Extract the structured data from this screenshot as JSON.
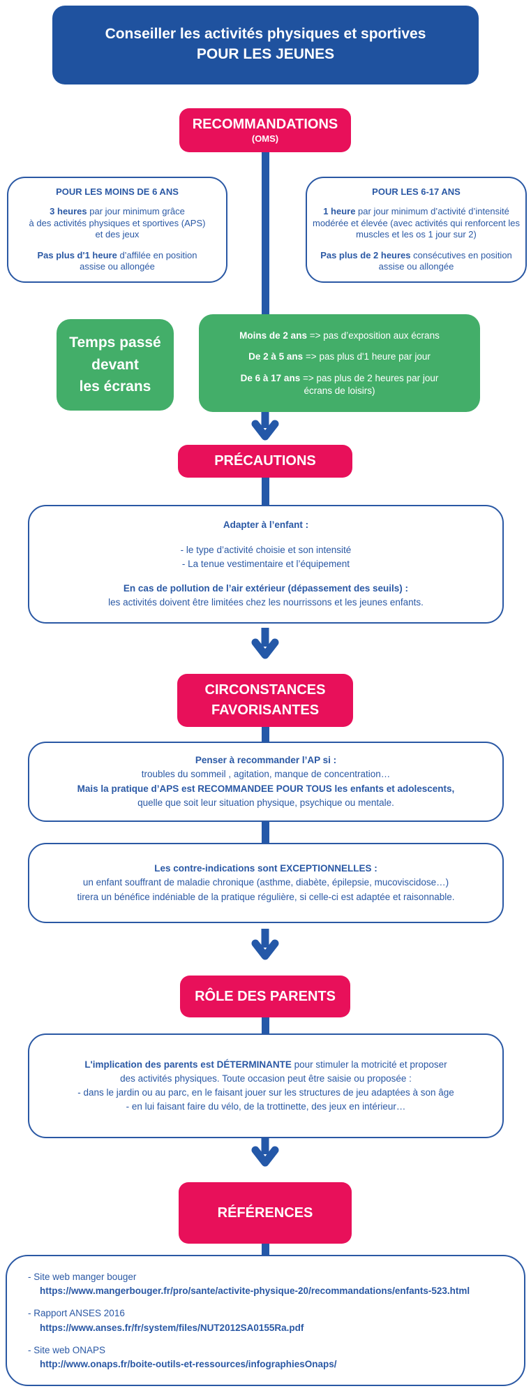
{
  "colors": {
    "blue": "#1F529F",
    "pink": "#E8105A",
    "green": "#43AE69",
    "textblue": "#2A58A4",
    "lineblue": "#2458A8"
  },
  "header": {
    "title_line1": "Conseiller les activités physiques et sportives",
    "title_line2": "POUR LES JEUNES"
  },
  "recommendations": {
    "title": "RECOMMANDATIONS",
    "subtitle": "(OMS)"
  },
  "under6": {
    "title": "POUR LES MOINS DE 6 ANS",
    "activity": [
      {
        "t": "3 heures",
        "b": true
      },
      {
        "t": " par jour minimum grâce\nà des activités physiques et sportives (APS)\net des jeux",
        "b": false
      }
    ],
    "sitting": [
      {
        "t": "Pas plus d'1 heure",
        "b": true
      },
      {
        "t": " d’affilée en position\nassise ou allongée",
        "b": false
      }
    ]
  },
  "age6to17": {
    "title": "POUR LES 6-17 ANS",
    "activity": [
      {
        "t": "1 heure",
        "b": true
      },
      {
        "t": " par jour minimum d’activité d’intensité\nmodérée et élevée (avec activités qui renforcent les\nmuscles et les os 1 jour sur 2)",
        "b": false
      }
    ],
    "sitting": [
      {
        "t": "Pas plus de 2 heures",
        "b": true
      },
      {
        "t": " consécutives en position\nassise ou allongée",
        "b": false
      }
    ]
  },
  "screens": {
    "label": "Temps passé\ndevant\nles écrans",
    "rule1": [
      {
        "t": "Moins de 2 ans",
        "b": true
      },
      {
        "t": " => pas d’exposition aux écrans",
        "b": false
      }
    ],
    "rule2": [
      {
        "t": "De 2 à 5 ans",
        "b": true
      },
      {
        "t": " => pas plus d'1 heure par jour",
        "b": false
      }
    ],
    "rule3": [
      {
        "t": "De 6 à 17 ans",
        "b": true
      },
      {
        "t": " => pas plus de 2 heures par jour\nécrans de loisirs)",
        "b": false
      }
    ]
  },
  "precautions": {
    "heading": "PRÉCAUTIONS",
    "adapt_title": "Adapter à l’enfant :",
    "adapt_items": "- le type d’activité choisie et son intensité\n- La tenue vestimentaire et l’équipement",
    "pollution": [
      {
        "t": "En cas de pollution de l’air extérieur (dépassement des seuils) :",
        "b": true
      },
      {
        "t": "\nles activités doivent être limitées chez les nourrissons et les jeunes enfants.",
        "b": false
      }
    ]
  },
  "circumstances": {
    "heading": "CIRCONSTANCES\nFAVORISANTES",
    "recommend": [
      {
        "t": "Penser à recommander l’AP si :",
        "b": true
      },
      {
        "t": "\ntroubles du sommeil , agitation, manque de concentration…",
        "b": false
      },
      {
        "t": "\nMais la pratique d’APS est RECOMMANDEE POUR TOUS les enfants et adolescents,",
        "b": true
      },
      {
        "t": "\nquelle que soit leur situation physique, psychique ou mentale.",
        "b": false
      }
    ],
    "contraindications": [
      {
        "t": "Les contre-indications sont EXCEPTIONNELLES :",
        "b": true
      },
      {
        "t": "\nun enfant souffrant de maladie chronique (asthme, diabète, épilepsie, mucoviscidose…)\ntirera un bénéfice indéniable de la pratique régulière, si celle-ci est adaptée et raisonnable.",
        "b": false
      }
    ]
  },
  "parents": {
    "heading": "RÔLE DES PARENTS",
    "body": [
      {
        "t": "L'implication des parents est DÉTERMINANTE",
        "b": true
      },
      {
        "t": " pour stimuler la motricité et proposer\ndes activités physiques. Toute occasion peut être saisie ou proposée :\n- dans le jardin ou au parc, en le faisant jouer sur les structures de jeu adaptées à son âge\n- en lui faisant faire du vélo, de la trottinette, des jeux en intérieur…",
        "b": false
      }
    ]
  },
  "references": {
    "heading": "RÉFÉRENCES",
    "items": [
      {
        "label": "- Site web manger bouger",
        "url": "https://www.mangerbouger.fr/pro/sante/activite-physique-20/recommandations/enfants-523.html"
      },
      {
        "label": "- Rapport ANSES 2016",
        "url": "https://www.anses.fr/fr/system/files/NUT2012SA0155Ra.pdf"
      },
      {
        "label": "- Site web ONAPS",
        "url": "http://www.onaps.fr/boite-outils-et-ressources/infographiesOnaps/"
      }
    ]
  }
}
